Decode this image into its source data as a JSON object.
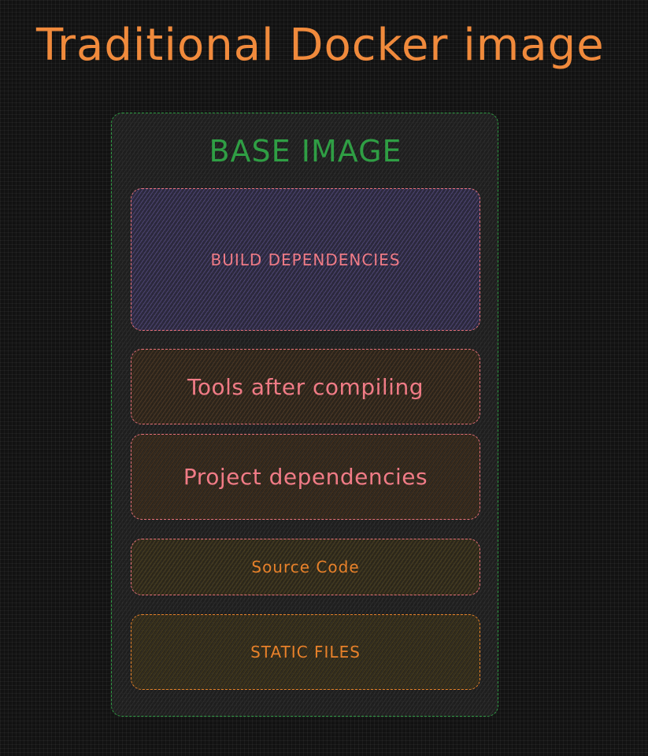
{
  "title": "Traditional Docker image",
  "colors": {
    "title": "#f08a3c",
    "base": "#2f9e44",
    "pink_text": "#f07b86",
    "orange_text": "#e8812a"
  },
  "base_image": {
    "label": "BASE IMAGE",
    "layers": [
      {
        "label": "BUILD DEPENDENCIES"
      },
      {
        "label": "Tools after compiling"
      },
      {
        "label": "Project dependencies"
      },
      {
        "label": "Source Code"
      },
      {
        "label": "STATIC FILES"
      }
    ]
  }
}
